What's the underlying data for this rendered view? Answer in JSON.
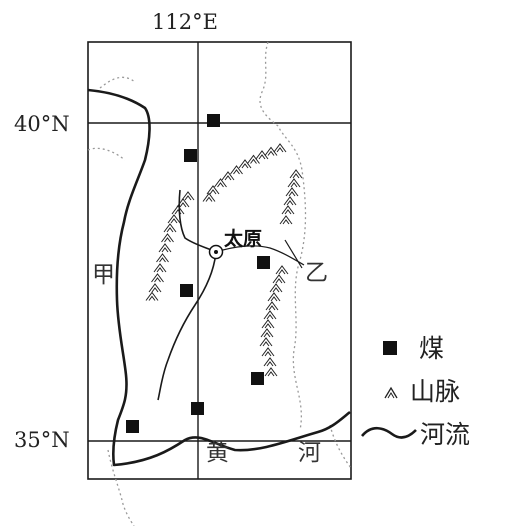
{
  "map": {
    "longitude_label": "112°E",
    "latitude_labels": [
      "40°N",
      "35°N"
    ],
    "letters": {
      "jia": "甲",
      "yi": "乙"
    },
    "city": "太原",
    "river_labels": [
      "黄",
      "河"
    ]
  },
  "legend": {
    "items": [
      {
        "symbol": "coal-square",
        "label": "煤"
      },
      {
        "symbol": "mountain-range",
        "label": "山脉"
      },
      {
        "symbol": "river-line",
        "label": "河流"
      }
    ]
  },
  "colors": {
    "line": "#1a1a1a",
    "border_dotted": "#999999",
    "coal": "#111111"
  }
}
